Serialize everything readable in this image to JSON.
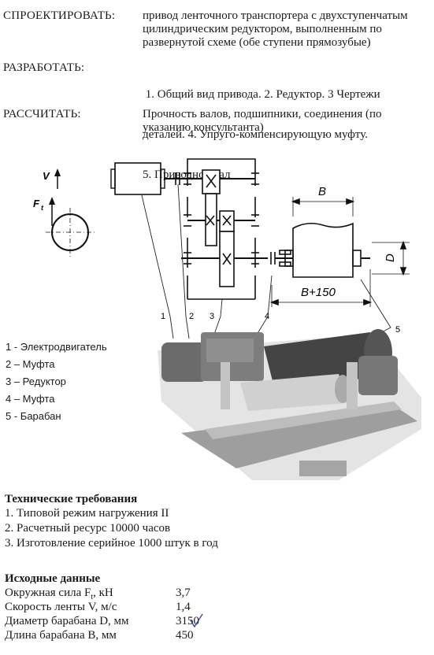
{
  "task": [
    {
      "label": "СПРОЕКТИРОВАТЬ:",
      "lines": [
        "привод ленточного транспортера с двухступенчатым",
        "цилиндрическим редуктором, выполненным по",
        "развернутой схеме (обе ступени прямозубые)"
      ]
    },
    {
      "label": "РАЗРАБОТАТЬ:",
      "lines": [
        " 1. Общий вид привода. 2. Редуктор. 3 Чертежи",
        "деталей. 4. Упруго-компенсирующую муфту.",
        "5. Приводной вал"
      ]
    },
    {
      "label": "РАССЧИТАТЬ:",
      "lines": [
        "Прочность валов, подшипники, соединения (по",
        "указанию консультанта)"
      ]
    }
  ],
  "diagram": {
    "v_label": "V",
    "ft_label": "F",
    "ft_sub": "t",
    "dim_b": "B",
    "dim_b150": "B+150",
    "dim_d": "D",
    "callouts": [
      "1",
      "2",
      "3",
      "4",
      "5"
    ]
  },
  "legend": [
    "1 - Электродвигатель",
    "2 – Муфта",
    "3 – Редуктор",
    "4 – Муфта",
    "5 - Барабан"
  ],
  "requirements": {
    "title": "Технические требования",
    "items": [
      "1. Типовой режим нагружения II",
      "2. Расчетный ресурс 10000 часов",
      "3. Изготовление серийное 1000 штук в год"
    ]
  },
  "input_data": {
    "title": "Исходные данные",
    "rows": [
      {
        "label": "Окружная сила F",
        "sub": "t",
        "unit": ", кН",
        "value": "3,7"
      },
      {
        "label": "Скорость ленты V, м/с",
        "sub": "",
        "unit": "",
        "value": "1,4"
      },
      {
        "label": "Диаметр барабана D, мм",
        "sub": "",
        "unit": "",
        "value": "3150"
      },
      {
        "label": "Длина барабана B, мм",
        "sub": "",
        "unit": "",
        "value": "450"
      }
    ]
  }
}
